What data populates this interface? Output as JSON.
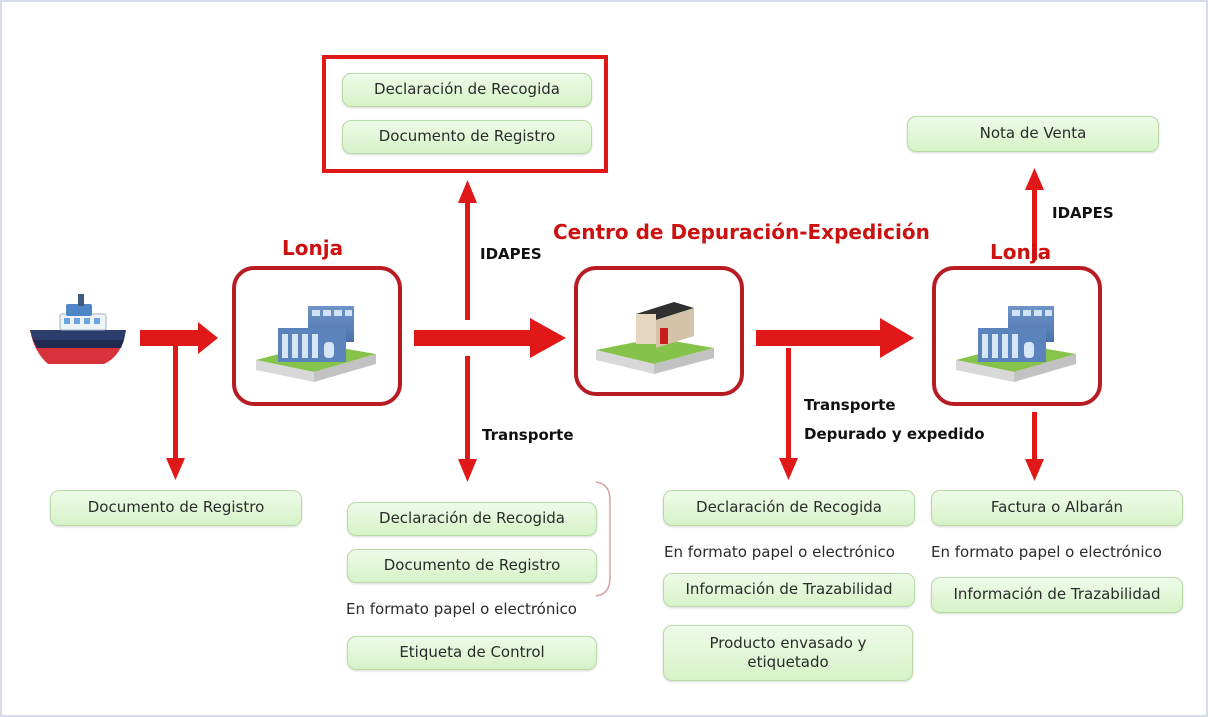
{
  "colors": {
    "arrow": "#e01818",
    "facility_border": "#b81c22",
    "title_red": "#cc1111",
    "doc_fill": "#dff5d4",
    "doc_border": "#b8d9a8"
  },
  "icons": {
    "boat": "fishing-boat-icon",
    "lonja": "fish-market-building-icon",
    "center": "depuration-center-building-icon"
  },
  "titles": {
    "lonja_1": "Lonja",
    "centro": "Centro de Depuración-Expedición",
    "lonja_2": "Lonja"
  },
  "arrow_labels": {
    "idapes_1": "IDAPES",
    "transporte_1": "Transporte",
    "transporte_2": "Transporte",
    "depurado": "Depurado y expedido",
    "idapes_2": "IDAPES"
  },
  "docs": {
    "boat_registro": "Documento de Registro",
    "top_recogida": "Declaración de Recogida",
    "top_registro": "Documento de Registro",
    "t1_recogida": "Declaración de Recogida",
    "t1_registro": "Documento de Registro",
    "t1_formato": "En formato papel o electrónico",
    "t1_etiqueta": "Etiqueta de Control",
    "c_recogida": "Declaración de Recogida",
    "c_formato": "En formato papel o electrónico",
    "c_trazabilidad": "Información de Trazabilidad",
    "c_producto_1": "Producto envasado y",
    "c_producto_2": "etiquetado",
    "l2_nota": "Nota de Venta",
    "l2_factura": "Factura o Albarán",
    "l2_formato": "En formato papel o electrónico",
    "l2_trazabilidad": "Información de Trazabilidad"
  }
}
